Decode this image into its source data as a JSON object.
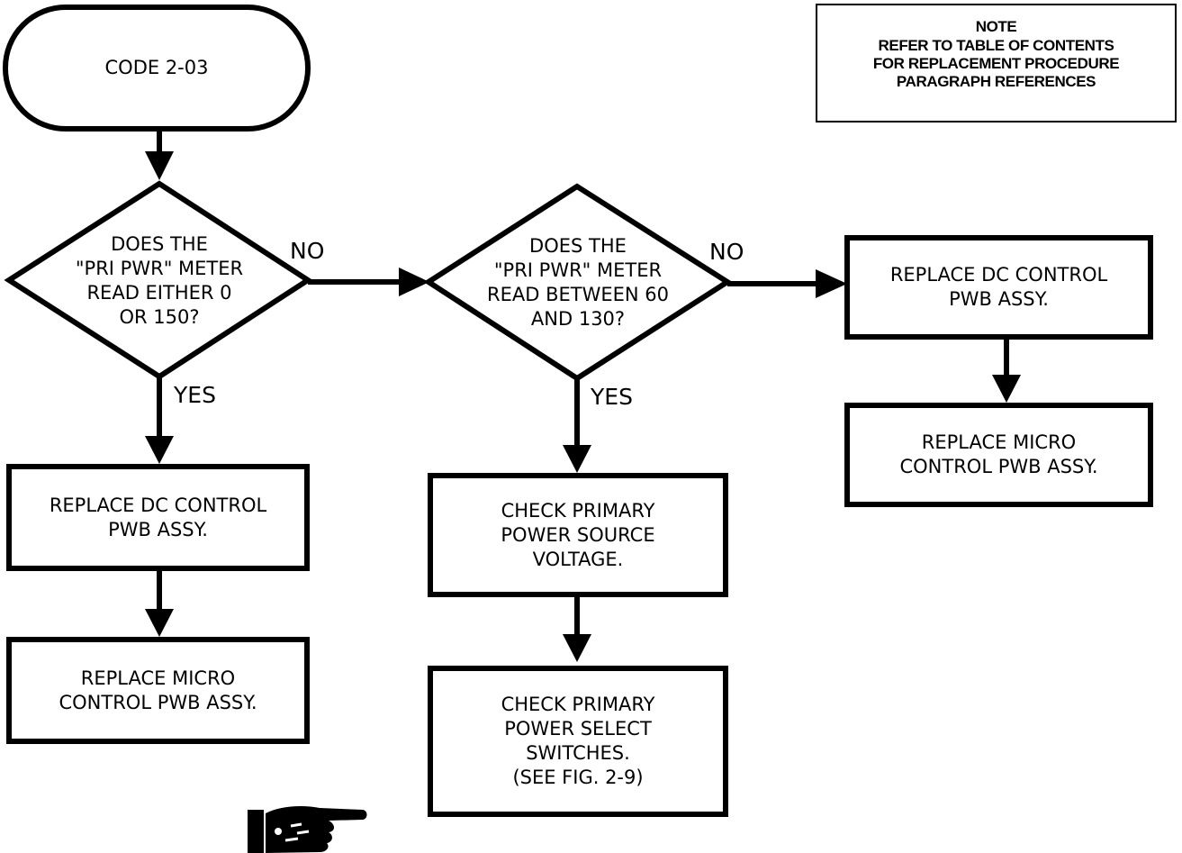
{
  "note": {
    "title": "NOTE",
    "body": "REFER TO TABLE OF CONTENTS\nFOR REPLACEMENT PROCEDURE\nPARAGRAPH REFERENCES"
  },
  "nodes": {
    "start": "CODE 2-03",
    "decision1": "DOES THE\n\"PRI PWR\" METER\nREAD EITHER 0\nOR 150?",
    "decision2": "DOES THE\n\"PRI PWR\" METER\nREAD BETWEEN 60\nAND 130?",
    "replace_dc_left": "REPLACE DC CONTROL\nPWB ASSY.",
    "replace_micro_left": "REPLACE MICRO\nCONTROL PWB ASSY.",
    "check_voltage": "CHECK PRIMARY\nPOWER SOURCE\nVOLTAGE.",
    "check_switches": "CHECK PRIMARY\nPOWER SELECT\nSWITCHES.\n(SEE FIG. 2-9)",
    "replace_dc_right": "REPLACE DC CONTROL\nPWB ASSY.",
    "replace_micro_right": "REPLACE MICRO\nCONTROL PWB ASSY."
  },
  "edges": {
    "d1_no": "NO",
    "d1_yes": "YES",
    "d2_no": "NO",
    "d2_yes": "YES"
  },
  "icons": {
    "pointer": "pointing-hand-icon"
  }
}
